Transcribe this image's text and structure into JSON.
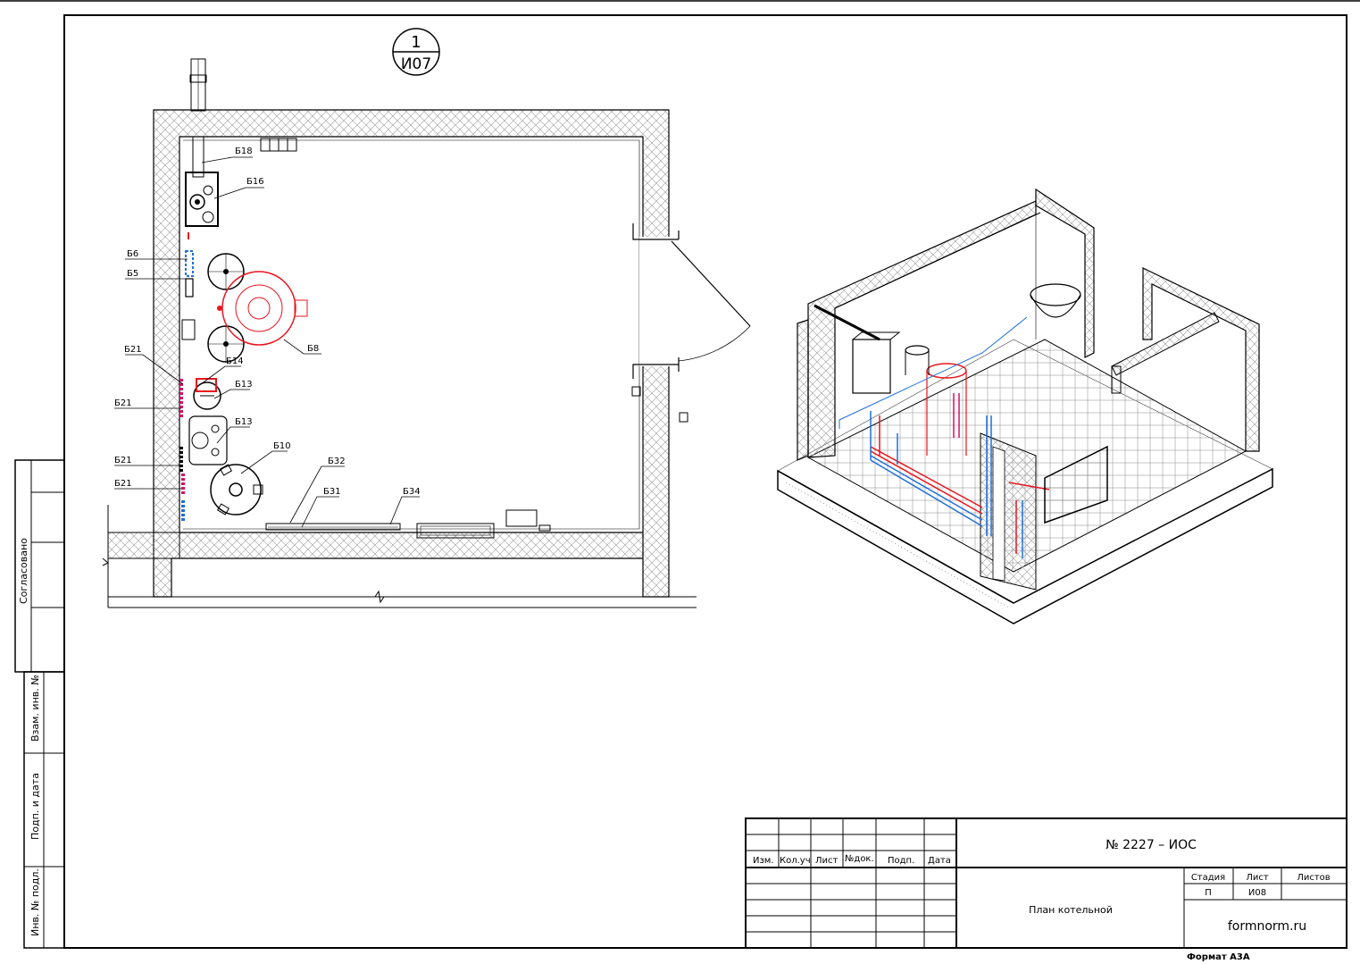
{
  "view_marker": {
    "number": "1",
    "sheet": "И07"
  },
  "plan_labels": {
    "b18": "Б18",
    "b16": "Б16",
    "b6": "Б6",
    "b5": "Б5",
    "b8": "Б8",
    "b21a": "Б21",
    "b14": "Б14",
    "b13a": "Б13",
    "b21b": "Б21",
    "b13b": "Б13",
    "b10": "Б10",
    "b21c": "Б21",
    "b21d": "Б21",
    "b32": "Б32",
    "b31": "Б31",
    "b34": "Б34"
  },
  "side_stamp": {
    "agreed": "Согласовано",
    "swap_inv": "Взам. инв. №",
    "sign_date": "Подп. и дата",
    "inv_orig": "Инв. № подл."
  },
  "title_block": {
    "headers": {
      "izm": "Изм.",
      "kolvo": "Кол.уч",
      "list": "Лист",
      "ndoc": "№док.",
      "podp": "Подп.",
      "data": "Дата"
    },
    "doc_number": "№ 2227 – ИОС",
    "sheet_title": "План котельной",
    "stage_header": "Стадия",
    "list_header": "Лист",
    "lists_header": "Листов",
    "stage": "П",
    "list_value": "И08",
    "lists_value": "",
    "org": "formnorm.ru",
    "format": "Формат А3А"
  },
  "colors": {
    "supply": "#e8141e",
    "return": "#1e6fd9",
    "gas": "#d4106a",
    "line": "#000000"
  }
}
